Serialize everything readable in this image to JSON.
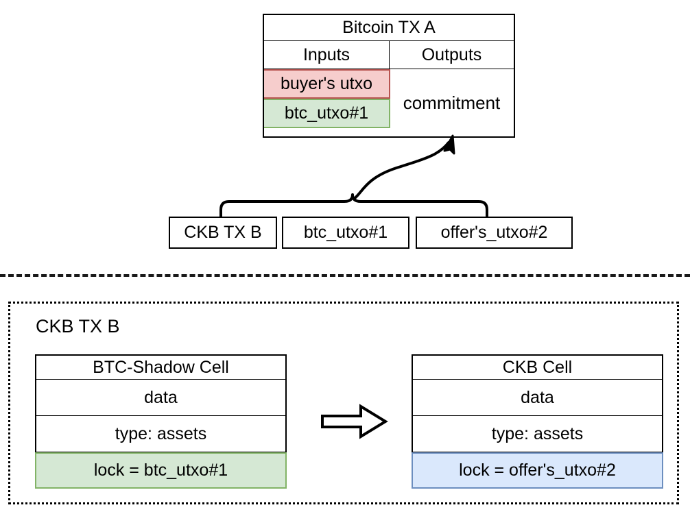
{
  "diagram": {
    "title_hidden": "",
    "colors": {
      "pink_fill": "#f6cdcc",
      "pink_stroke": "#b85450",
      "green_fill": "#d5e8d4",
      "green_stroke": "#82b366",
      "blue_fill": "#dae8fc",
      "blue_stroke": "#6c8ebf",
      "stroke": "#000000",
      "background": "#ffffff"
    },
    "bitcoin_tx": {
      "header": "Bitcoin TX A",
      "inputs_header": "Inputs",
      "outputs_header": "Outputs",
      "inputs": [
        {
          "label": "buyer's utxo",
          "highlight": "pink"
        },
        {
          "label": "btc_utxo#1",
          "highlight": "green"
        }
      ],
      "outputs": [
        {
          "label": "commitment",
          "highlight": "none"
        }
      ]
    },
    "ckb_tx_row": {
      "name_box": "CKB TX B",
      "items": [
        {
          "label": "btc_utxo#1",
          "highlight": "green"
        },
        {
          "label": "offer's_utxo#2",
          "highlight": "blue"
        }
      ]
    },
    "connector": {
      "brace_name": "brace-connector",
      "arrow_name": "curved-arrow-to-commitment"
    },
    "ckb_detail": {
      "title": "CKB TX B",
      "transform_arrow": "block-arrow-right",
      "input_cell": {
        "header": "BTC-Shadow Cell",
        "rows": [
          {
            "label": "data",
            "highlight": "none"
          },
          {
            "label": "type: assets",
            "highlight": "none"
          },
          {
            "label": "lock = btc_utxo#1",
            "highlight": "green"
          }
        ]
      },
      "output_cell": {
        "header": "CKB Cell",
        "rows": [
          {
            "label": "data",
            "highlight": "none"
          },
          {
            "label": "type: assets",
            "highlight": "none"
          },
          {
            "label": "lock = offer's_utxo#2",
            "highlight": "blue"
          }
        ]
      }
    }
  }
}
